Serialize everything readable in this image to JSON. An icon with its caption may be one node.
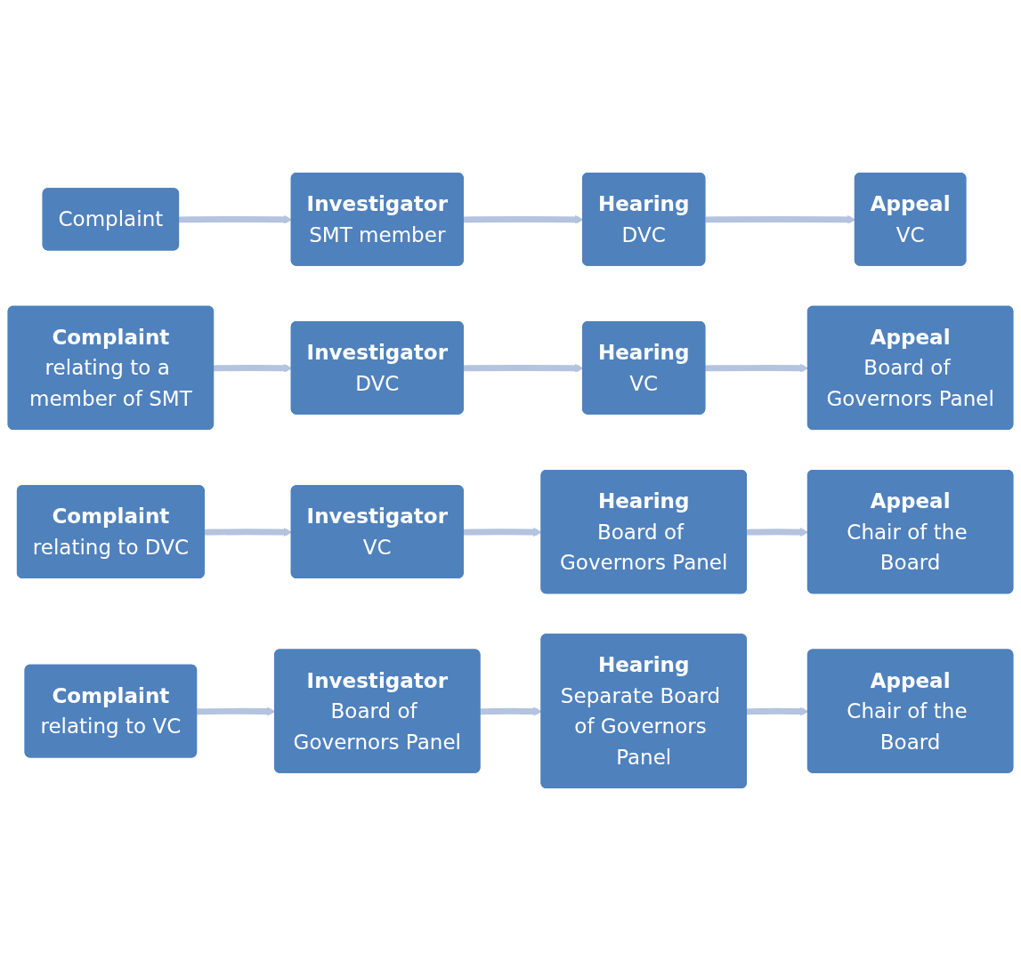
{
  "diagram": {
    "nodes": [
      {
        "text": [
          "Complaint"
        ]
      },
      {
        "text": [
          "Investigator",
          "SMT member"
        ]
      },
      {
        "text": [
          "Hearing",
          "DVC"
        ]
      },
      {
        "text": [
          "Appeal",
          "VC"
        ]
      },
      {
        "text": [
          "Complaint",
          "relating to a member of SMT"
        ]
      },
      {
        "text": [
          "Investigator",
          "DVC"
        ]
      },
      {
        "text": [
          "Hearing",
          "VC"
        ]
      },
      {
        "text": [
          "Appeal",
          "Board of Governors Panel"
        ]
      },
      {
        "text": [
          "Complaint",
          "relating to DVC"
        ]
      },
      {
        "text": [
          "Investigator",
          "VC"
        ]
      },
      {
        "text": [
          "Hearing",
          "Board of Governors Panel"
        ]
      },
      {
        "text": [
          "Appeal",
          "Chair of the Board"
        ]
      },
      {
        "text": [
          "Complaint",
          "relating to VC"
        ]
      },
      {
        "text": [
          "Investigator",
          "Board of Governors Panel"
        ]
      },
      {
        "text": [
          "Hearing",
          "Separate Board of Governors Panel"
        ]
      },
      {
        "text": [
          "Appeal",
          "Chair of the Board"
        ]
      }
    ],
    "edges": [
      {
        "from": 0,
        "to": 1,
        "arrow": "to"
      },
      {
        "from": 1,
        "to": 2,
        "arrow": "to"
      },
      {
        "from": 2,
        "to": 3,
        "arrow": "to"
      },
      {
        "from": 4,
        "to": 5,
        "arrow": "to"
      },
      {
        "from": 5,
        "to": 6,
        "arrow": "to"
      },
      {
        "from": 6,
        "to": 7,
        "arrow": "to"
      },
      {
        "from": 8,
        "to": 9,
        "arrow": "to"
      },
      {
        "from": 9,
        "to": 10,
        "arrow": "to"
      },
      {
        "from": 10,
        "to": 11,
        "arrow": "to"
      },
      {
        "from": 12,
        "to": 13,
        "arrow": "to"
      },
      {
        "from": 13,
        "to": 14,
        "arrow": "to"
      },
      {
        "from": 14,
        "to": 15,
        "arrow": "to"
      }
    ]
  }
}
